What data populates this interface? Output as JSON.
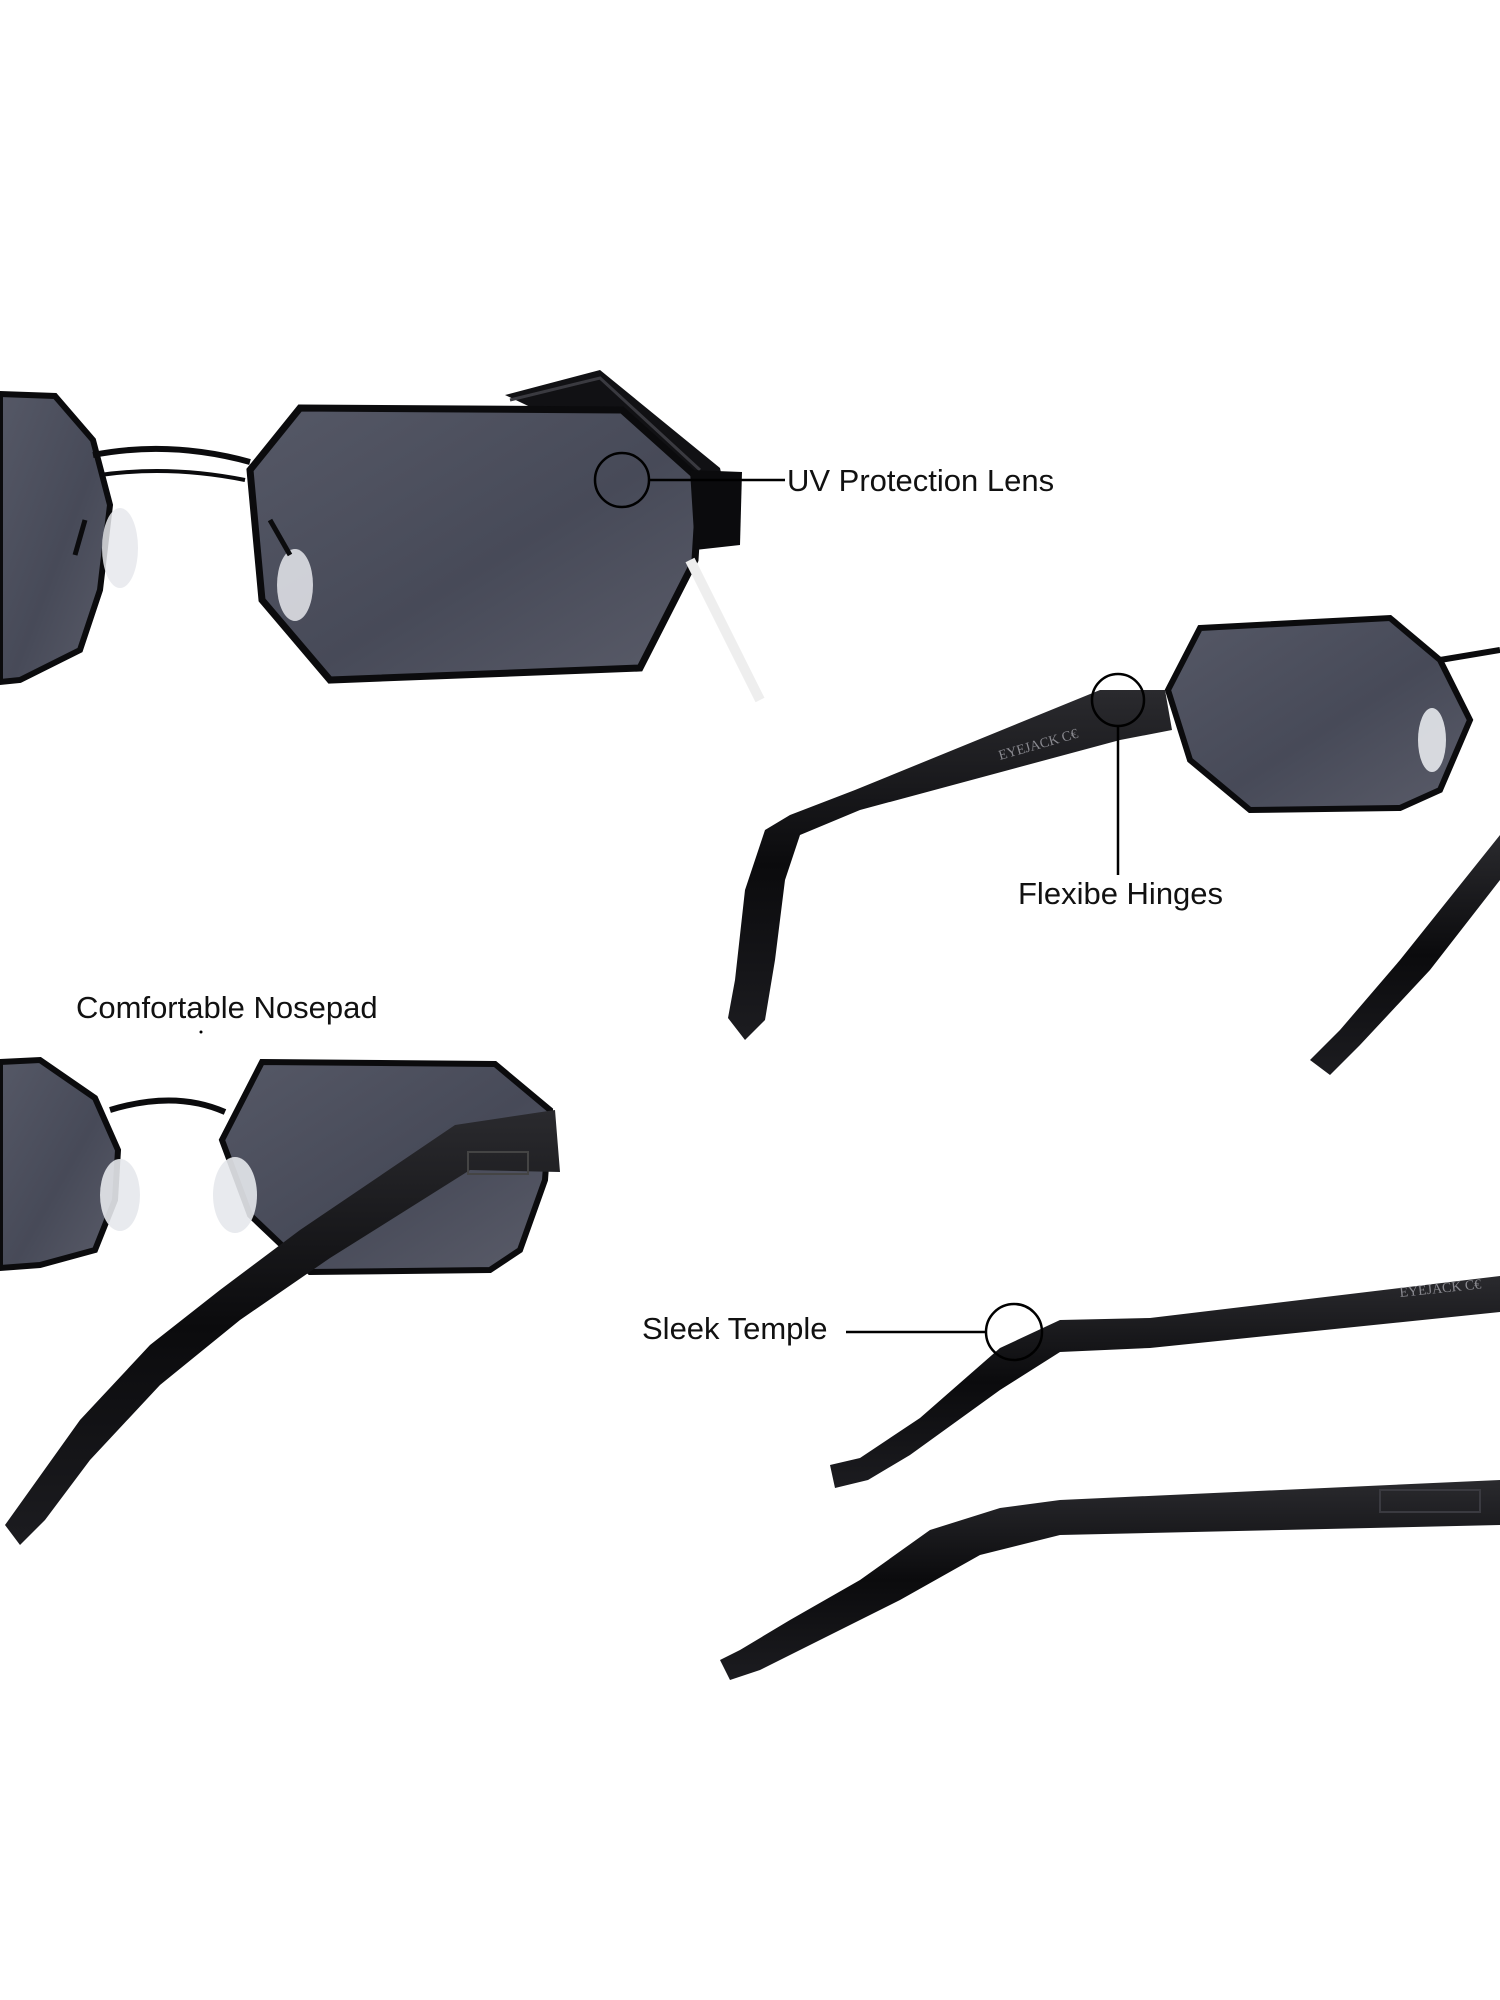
{
  "callouts": {
    "uv_lens": "UV Protection Lens",
    "hinges": "Flexibe Hinges",
    "nosepad": "Comfortable Nosepad",
    "temple": "Sleek Temple"
  },
  "arm_imprint": "EYEJACK C€",
  "colors": {
    "frame": "#0b0b0d",
    "lens": "#4a4c5a",
    "nosepad": "#e6e8ec",
    "background": "#ffffff"
  }
}
